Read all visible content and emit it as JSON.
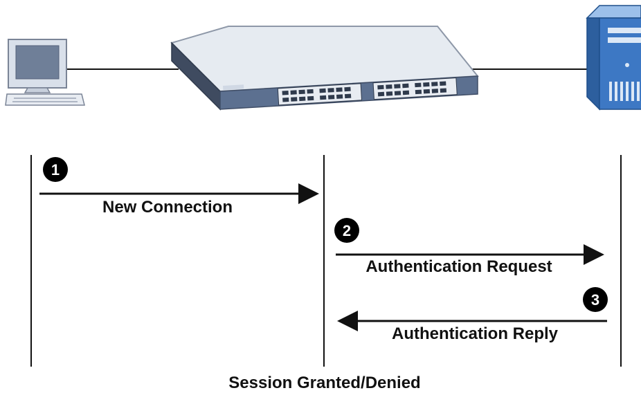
{
  "devices": {
    "client": "computer-icon",
    "switch": "network-switch-icon",
    "server": "server-tower-icon"
  },
  "steps": [
    {
      "number": "1",
      "label": "New Connection"
    },
    {
      "number": "2",
      "label": "Authentication Request"
    },
    {
      "number": "3",
      "label": "Authentication Reply"
    }
  ],
  "result_label": "Session Granted/Denied",
  "colors": {
    "device_shell": "#d9e0ea",
    "monitor_screen": "#6f7f98",
    "switch_face": "#5c7090",
    "server_blue": "#3d78c4",
    "step_badge": "#000000"
  }
}
